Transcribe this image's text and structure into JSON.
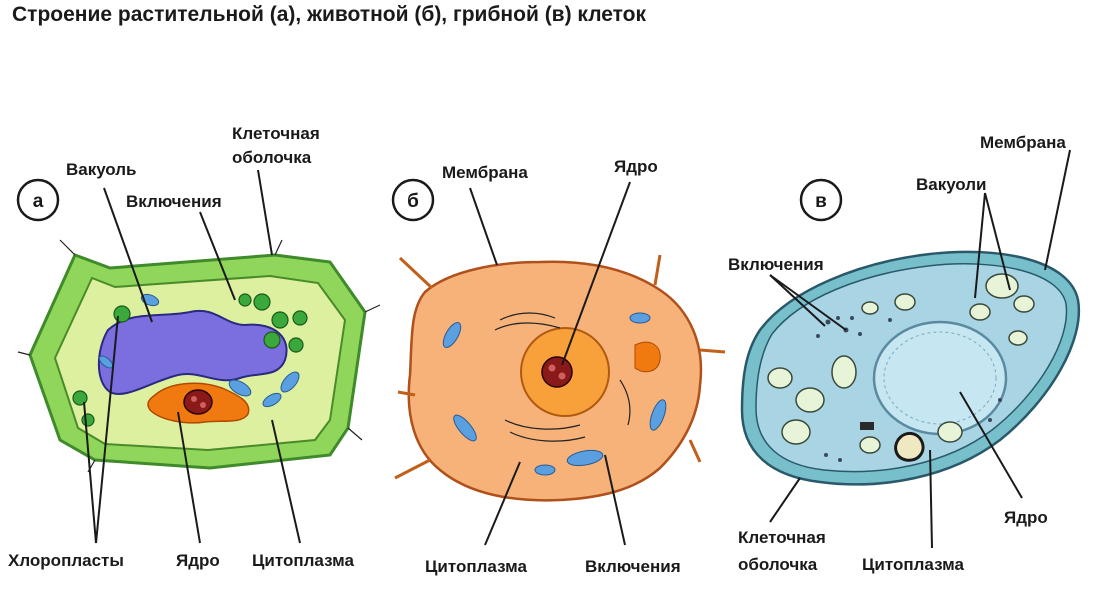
{
  "title": "Строение растительной (а), животной (б), грибной (в) клеток",
  "cells": {
    "plant": {
      "badge": "а",
      "labels": {
        "wall_line1": "Клеточная",
        "wall_line2": "оболочка",
        "vacuole": "Вакуоль",
        "inclusions": "Включения",
        "chloroplasts": "Хлоропласты",
        "nucleus": "Ядро",
        "cytoplasm": "Цитоплазма"
      }
    },
    "animal": {
      "badge": "б",
      "labels": {
        "membrane": "Мембрана",
        "nucleus": "Ядро",
        "cytoplasm": "Цитоплазма",
        "inclusions": "Включения"
      }
    },
    "fungal": {
      "badge": "в",
      "labels": {
        "membrane": "Мембрана",
        "vacuoles": "Вакуоли",
        "inclusions": "Включения",
        "wall_line1": "Клеточная",
        "wall_line2": "оболочка",
        "cytoplasm": "Цитоплазма",
        "nucleus": "Ядро"
      }
    }
  },
  "colors": {
    "plant_wall": "#8fd65a",
    "plant_cytoplasm": "#dcf0a0",
    "plant_vacuole": "#7b6fe0",
    "chloroplast": "#3aa83a",
    "animal_cytoplasm": "#f7b27a",
    "animal_nucleus": "#f8a13a",
    "nucleolus": "#8a1a1a",
    "inclusion_blue": "#5aa0e0",
    "fungal_wall": "#78bfcc",
    "fungal_cytoplasm": "#a9d4e4",
    "fungal_nucleus": "#c6e6f2"
  }
}
